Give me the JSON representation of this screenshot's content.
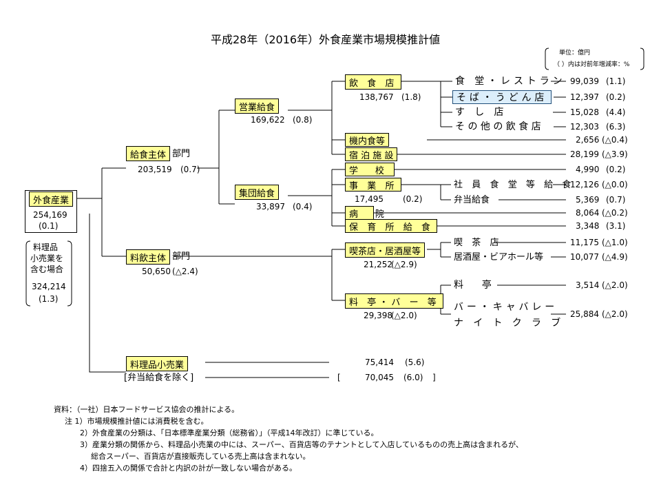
{
  "title": "平成28年（2016年）外食産業市場規模推計値",
  "unit_note": {
    "line1": "単位：億円",
    "line2": "（ ）内は対前年増減率：%"
  },
  "root": {
    "label": "外食産業",
    "value": "254,169",
    "rate": "(0.1)"
  },
  "incl": {
    "line1": "料理品",
    "line2": "小売業を",
    "line3": "含む場合",
    "value": "324,214",
    "rate": "(1.3)"
  },
  "kyushoku": {
    "label": "給食主体",
    "suffix": "部門",
    "value": "203,519",
    "rate": "(0.7)"
  },
  "eigyo": {
    "label": "営業給食",
    "value": "169,622",
    "rate": "(0.8)"
  },
  "inshokuten": {
    "label": "飲 食 店",
    "value": "138,767",
    "rate": "(1.8)"
  },
  "shokudo": {
    "label": "食 堂・レストラン",
    "value": "99,039",
    "rate": "(1.1)"
  },
  "soba": {
    "label": "そば・うどん店",
    "value": "12,397",
    "rate": "(0.2)"
  },
  "sushi": {
    "label": "す し 店",
    "value": "15,028",
    "rate": "(4.4)"
  },
  "sonota": {
    "label": "そ の 他 の 飲 食 店",
    "value": "12,303",
    "rate": "(6.3)"
  },
  "kinai": {
    "label": "機内食等",
    "value": "2,656",
    "rate": "(△0.4)"
  },
  "shukuhaku": {
    "label": "宿 泊 施 設",
    "value": "28,199",
    "rate": "(△3.9)"
  },
  "shudan": {
    "label": "集団給食",
    "value": "33,897",
    "rate": "(0.4)"
  },
  "gakko": {
    "label": "学 校",
    "value": "4,990",
    "rate": "(0.2)"
  },
  "jigyosho": {
    "label": "事 業 所",
    "value": "17,495",
    "rate": "(0.2)"
  },
  "shain": {
    "label": "社 員 食 堂 等 給 食",
    "value": "12,126",
    "rate": "(△0.0)"
  },
  "bento": {
    "label": "弁当給食",
    "value": "5,369",
    "rate": "(0.7)"
  },
  "byoin": {
    "label": "病 院",
    "value": "8,064",
    "rate": "(△0.2)"
  },
  "hoiku": {
    "label": "保 育 所 給 食",
    "value": "3,348",
    "rate": "(3.1)"
  },
  "ryoin": {
    "label": "料飲主体",
    "suffix": "部門",
    "value": "50,650",
    "rate": "(△2.4)"
  },
  "kissa_group": {
    "label": "喫茶店・居酒屋等",
    "value": "21,252",
    "rate": "(△2.9)"
  },
  "kissa": {
    "label": "喫 茶 店",
    "value": "11,175",
    "rate": "(△1.0)"
  },
  "izakaya": {
    "label": "居酒屋・ビアホール等",
    "value": "10,077",
    "rate": "(△4.9)"
  },
  "ryotei_group": {
    "label": "料 亭・バ ー 等",
    "value": "29,398",
    "rate": "(△2.0)"
  },
  "ryotei": {
    "label": "料 亭",
    "value": "3,514",
    "rate": "(△2.0)"
  },
  "bar": {
    "line1": "バー・キャバレー",
    "line2": "ナ イ ト ク ラ ブ",
    "value": "25,884",
    "rate": "(△2.0)"
  },
  "ryorihin": {
    "label": "料理品小売業",
    "value": "75,414",
    "rate": "(5.6)"
  },
  "bento_excl": {
    "label": "[弁当給食を除く]",
    "open": "[",
    "value": "70,045",
    "rate": "(6.0)",
    "close": "]"
  },
  "notes": {
    "source": "資料：（一社）日本フードサービス協会の推計による。",
    "n1": "注 1）市場規模推計値には消費税を含む。",
    "n2": "2）外食産業の分類は、「日本標準産業分類（総務省）」（平成14年改訂）に準じている。",
    "n3": "3）産業分類の関係から、料理品小売業の中には、スーパー、百貨店等のテナントとして入店しているものの売上高は含まれるが、",
    "n3b": "総合スーパー、百貨店が直接販売している売上高は含まれない。",
    "n4": "4）四捨五入の関係で合計と内訳の計が一致しない場合がある。"
  }
}
